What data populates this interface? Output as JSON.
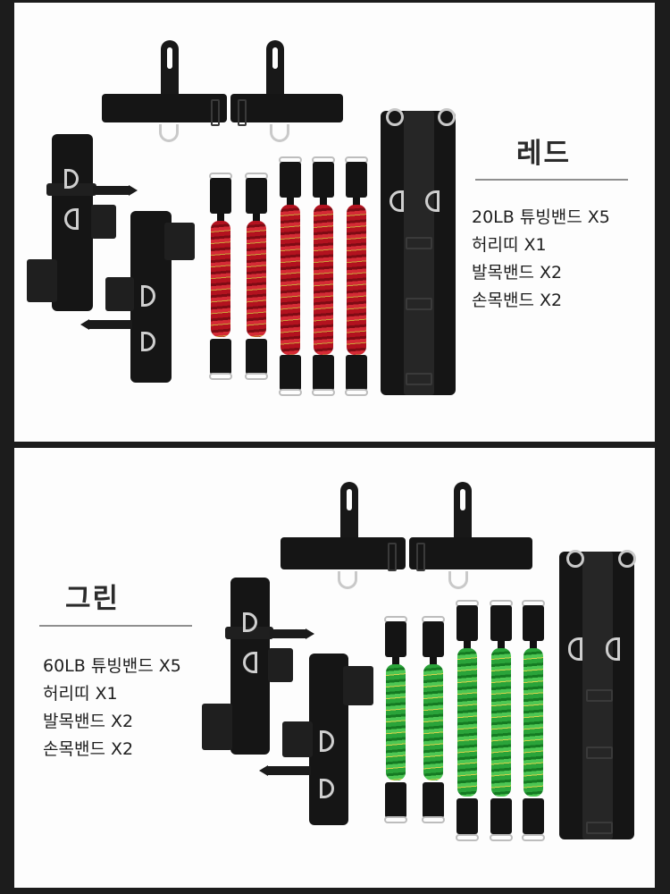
{
  "panels": [
    {
      "id": "red",
      "title": "레드",
      "specs": [
        "20LB 튜빙밴드 X5",
        "허리띠 X1",
        "발목밴드 X2",
        "손목밴드 X2"
      ],
      "tube_color": "#b3121f",
      "image_description": "Red set: 2 wrist straps with handle loops, 2 ankle straps with D-rings, 5 red sleeved tubing bands with carabiner clips, 1 waist belt with D-rings"
    },
    {
      "id": "green",
      "title": "그린",
      "specs": [
        "60LB 튜빙밴드 X5",
        "허리띠 X1",
        "발목밴드 X2",
        "손목밴드 X2"
      ],
      "tube_color": "#2aa43a",
      "image_description": "Green set: 2 wrist straps with handle loops, 2 ankle straps with D-rings, 5 green sleeved tubing bands with carabiner clips, 1 waist belt with D-rings"
    }
  ],
  "colors": {
    "frame": "#1c1c1c",
    "panel_bg": "#fdfdfd",
    "title_text": "#2b2b2b",
    "divider": "#8f8f8f",
    "strap": "#151515"
  }
}
